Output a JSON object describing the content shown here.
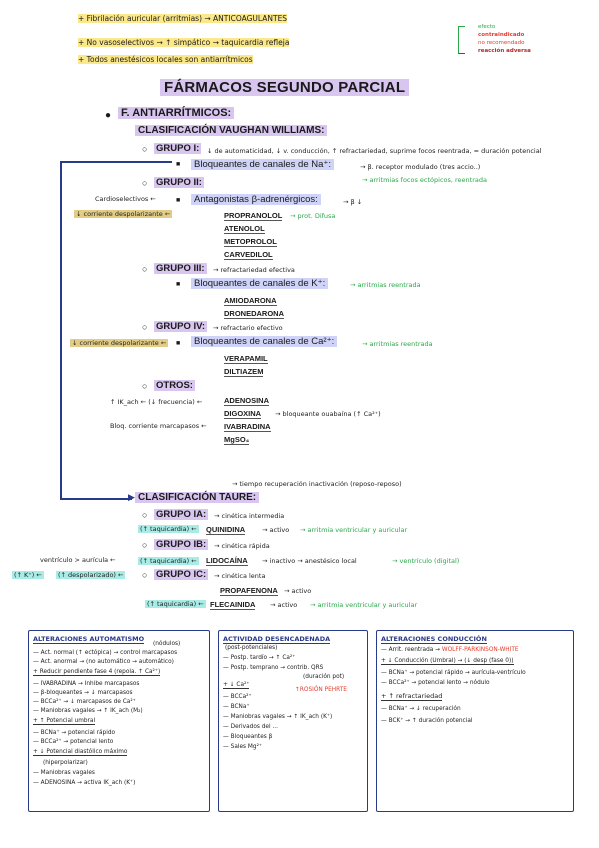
{
  "top_notes": [
    "+ Fibrilación auricular (arritmias) → ANTICOAGULANTES",
    "+ No vasoselectivos → ↑ simpático → taquicardia refleja",
    "+ Todos anestésicos locales son antiarrítmicos"
  ],
  "legend": {
    "items": [
      "efecto",
      "contraindicado",
      "no recomendado",
      "reacción adversa"
    ],
    "colors": [
      "#2aa84a",
      "#e23c2c",
      "#e23c2c",
      "#b0262a"
    ]
  },
  "title": "FÁRMACOS SEGUNDO PARCIAL",
  "section": {
    "title": "F. ANTIARRÍTMICOS:",
    "classification": "CLASIFICACIÓN VAUGHAN WILLIAMS:",
    "grupo1": {
      "label": "GRUPO I:",
      "note": "↓ de automaticidad, ↓ v. conducción, ↑ refractariedad, suprime focos reentrada, = duración potencial",
      "block": "Bloqueantes de canales de Na⁺:",
      "block_note": "→ β. receptor modulado (tres accio..)",
      "block_note2": "→ arritmias focos ectópicos, reentrada"
    },
    "grupo2": {
      "label": "GRUPO II:",
      "side_note": "Cardioselectivos ←",
      "side_note2": "↓ corriente despolarizante ←",
      "block": "Antagonistas β-adrenérgicos:",
      "block_note": "→ β ↓",
      "drugs": [
        "PROPRANOLOL",
        "ATENOLOL",
        "METOPROLOL",
        "CARVEDILOL"
      ],
      "drug_note": "→ prot. Difusa"
    },
    "grupo3": {
      "label": "GRUPO III:",
      "note": "→ refractariedad efectiva",
      "block": "Bloqueantes de canales de K⁺:",
      "block_note": "→ arritmias reentrada",
      "drugs": [
        "AMIODARONA",
        "DRONEDARONA"
      ]
    },
    "grupo4": {
      "label": "GRUPO IV:",
      "note": "→ refractario efectivo",
      "side_note": "↓ corriente despolarizante ←",
      "block": "Bloqueantes de canales de Ca²⁺:",
      "block_note": "→ arritmias reentrada",
      "drugs": [
        "VERAPAMIL",
        "DILTIAZEM"
      ]
    },
    "otros": {
      "label": "OTROS:",
      "drugs": [
        "ADENOSINA",
        "DIGOXINA",
        "IVABRADINA",
        "MgSO₄"
      ],
      "note_adenosina": "↑ IK_ach ← (↓ frecuencia) ←",
      "note_digoxina": "→ bloqueante ouabaína (↑ Ca²⁺)",
      "note_ivabradina": "Bloq. corriente marcapasos ←"
    }
  },
  "taure": {
    "title": "CLASIFICACIÓN TAURE:",
    "top_note": "→ tiempo recuperación inactivación (reposo-reposo)",
    "ia": {
      "label": "GRUPO IA:",
      "note": "→ cinética intermedia",
      "side": "(↑ taquicardia) ←",
      "drug": "QUINIDINA",
      "drug_note": "→ activo",
      "effect": "→ arritmia ventricular y auricular"
    },
    "ib": {
      "label": "GRUPO IB:",
      "note": "→ cinética rápida",
      "side": "(↑ taquicardia) ←",
      "side2": "ventrículo > aurícula ←",
      "drug": "LIDOCAÍNA",
      "drug_note": "→ inactivo → anestésico local",
      "effect": "→ ventrículo (digital)"
    },
    "ic": {
      "label": "GRUPO IC:",
      "note": "→ cinética lenta",
      "side": "(↑ despolarizado) ←",
      "side0": "(↑ K⁺) ←",
      "drugs": [
        "PROPAFENONA",
        "FLECAINIDA"
      ],
      "drug_note": "→ activo",
      "effect": "→ arritmia ventricular y auricular",
      "side_f": "(↑ taquicardia) ←"
    }
  },
  "boxes": [
    {
      "title": "ALTERACIONES AUTOMATISMO",
      "lines": [
        "(nódulos)",
        "— Act. normal (↑ ectópica) → control marcapasos",
        "— Act. anormal → (no automático → automático)",
        "+ Reducir pendiente fase 4 (repola. ↑ Ca²⁺)",
        "— IVABRADINA → Inhibe marcapasos",
        "— β-bloqueantes → ↓ marcapasos",
        "— BCCa²⁺ → ↓ marcapasos de Ca²⁺",
        "— Maniobras vagales → ↑ IK_ach (M₂)",
        "+ ↑ Potencial umbral",
        "— BCNa⁺ → potencial rápido",
        "— BCCa²⁺ → potencial lento",
        "+ ↓ Potencial diastólico máximo",
        "(hiperpolarizar)",
        "— Maniobras vagales",
        "— ADENOSINA → activa IK_ach (K⁺)"
      ]
    },
    {
      "title": "ACTIVIDAD DESENCADENADA",
      "lines": [
        "(post-potenciales)",
        "— Postp. tardío → ↑ Ca²⁺",
        "— Postp. temprano → contrib. QRS",
        "(duración pot)",
        "+ ↓ Ca²⁺",
        "— BCCa²⁺",
        "— BCNa⁺",
        "— Maniobras vagales → ↑ IK_ach (K⁺)",
        "— Derivados del ... ",
        "— Bloqueantes β",
        "— Sales Mg²⁺"
      ],
      "red_note": "↑ROSIÓN PEHRTE"
    },
    {
      "title": "ALTERACIONES CONDUCCIÓN",
      "lines": [
        "— Arrit. reentrada → WOLFF-PARKINSON-WHITE",
        "+ ↓ Conducción (Umbral) → (↓ desp (fase 0))",
        "— BCNa⁺ → potencial rápido → aurícula-ventrículo",
        "— BCCa²⁺ → potencial lento → nódulo",
        "+ ↑ refractariedad",
        "— BCNa⁺ → ↓ recuperación",
        "— BCK⁺ → ↑ duración potencial"
      ]
    }
  ]
}
